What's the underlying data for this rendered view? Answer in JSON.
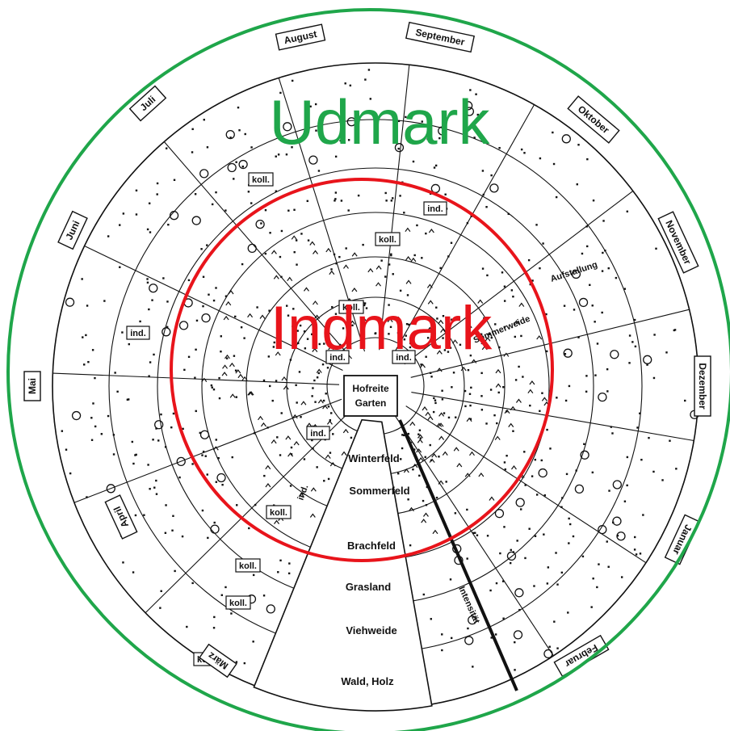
{
  "overlay": {
    "outer_label": "Udmark",
    "outer_color": "#1fa64a",
    "inner_label": "Indmark",
    "inner_color": "#e8141b"
  },
  "center": {
    "line1": "Hofreite",
    "line2": "Garten"
  },
  "zones": [
    "Winterfeld",
    "Sommerfeld",
    "Brachfeld",
    "Grasland",
    "Viehweide",
    "Wald, Holz"
  ],
  "axis_label": "Intensität",
  "months": [
    "August",
    "September",
    "Oktober",
    "November",
    "Dezember",
    "Januar",
    "Februar",
    "März",
    "April",
    "Mai",
    "Juni",
    "Juli"
  ],
  "tags": {
    "koll": "koll.",
    "ind": "ind.",
    "aufstallung": "Aufstallung",
    "sommerweide": "Sommerweide"
  },
  "colors": {
    "ink": "#111111"
  }
}
